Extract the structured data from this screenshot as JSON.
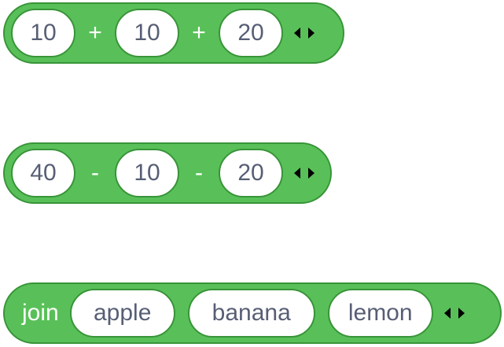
{
  "add_block": {
    "operands": [
      "10",
      "10",
      "20"
    ],
    "operator": "+"
  },
  "subtract_block": {
    "operands": [
      "40",
      "10",
      "20"
    ],
    "operator": "-"
  },
  "join_block": {
    "label": "join",
    "items": [
      "apple",
      "banana",
      "lemon"
    ]
  },
  "colors": {
    "block_fill": "#59c059",
    "block_border": "#389438",
    "slot_text": "#575e75",
    "label_text": "#ffffff"
  },
  "icons": [
    "arrow-left-icon",
    "arrow-right-icon"
  ]
}
